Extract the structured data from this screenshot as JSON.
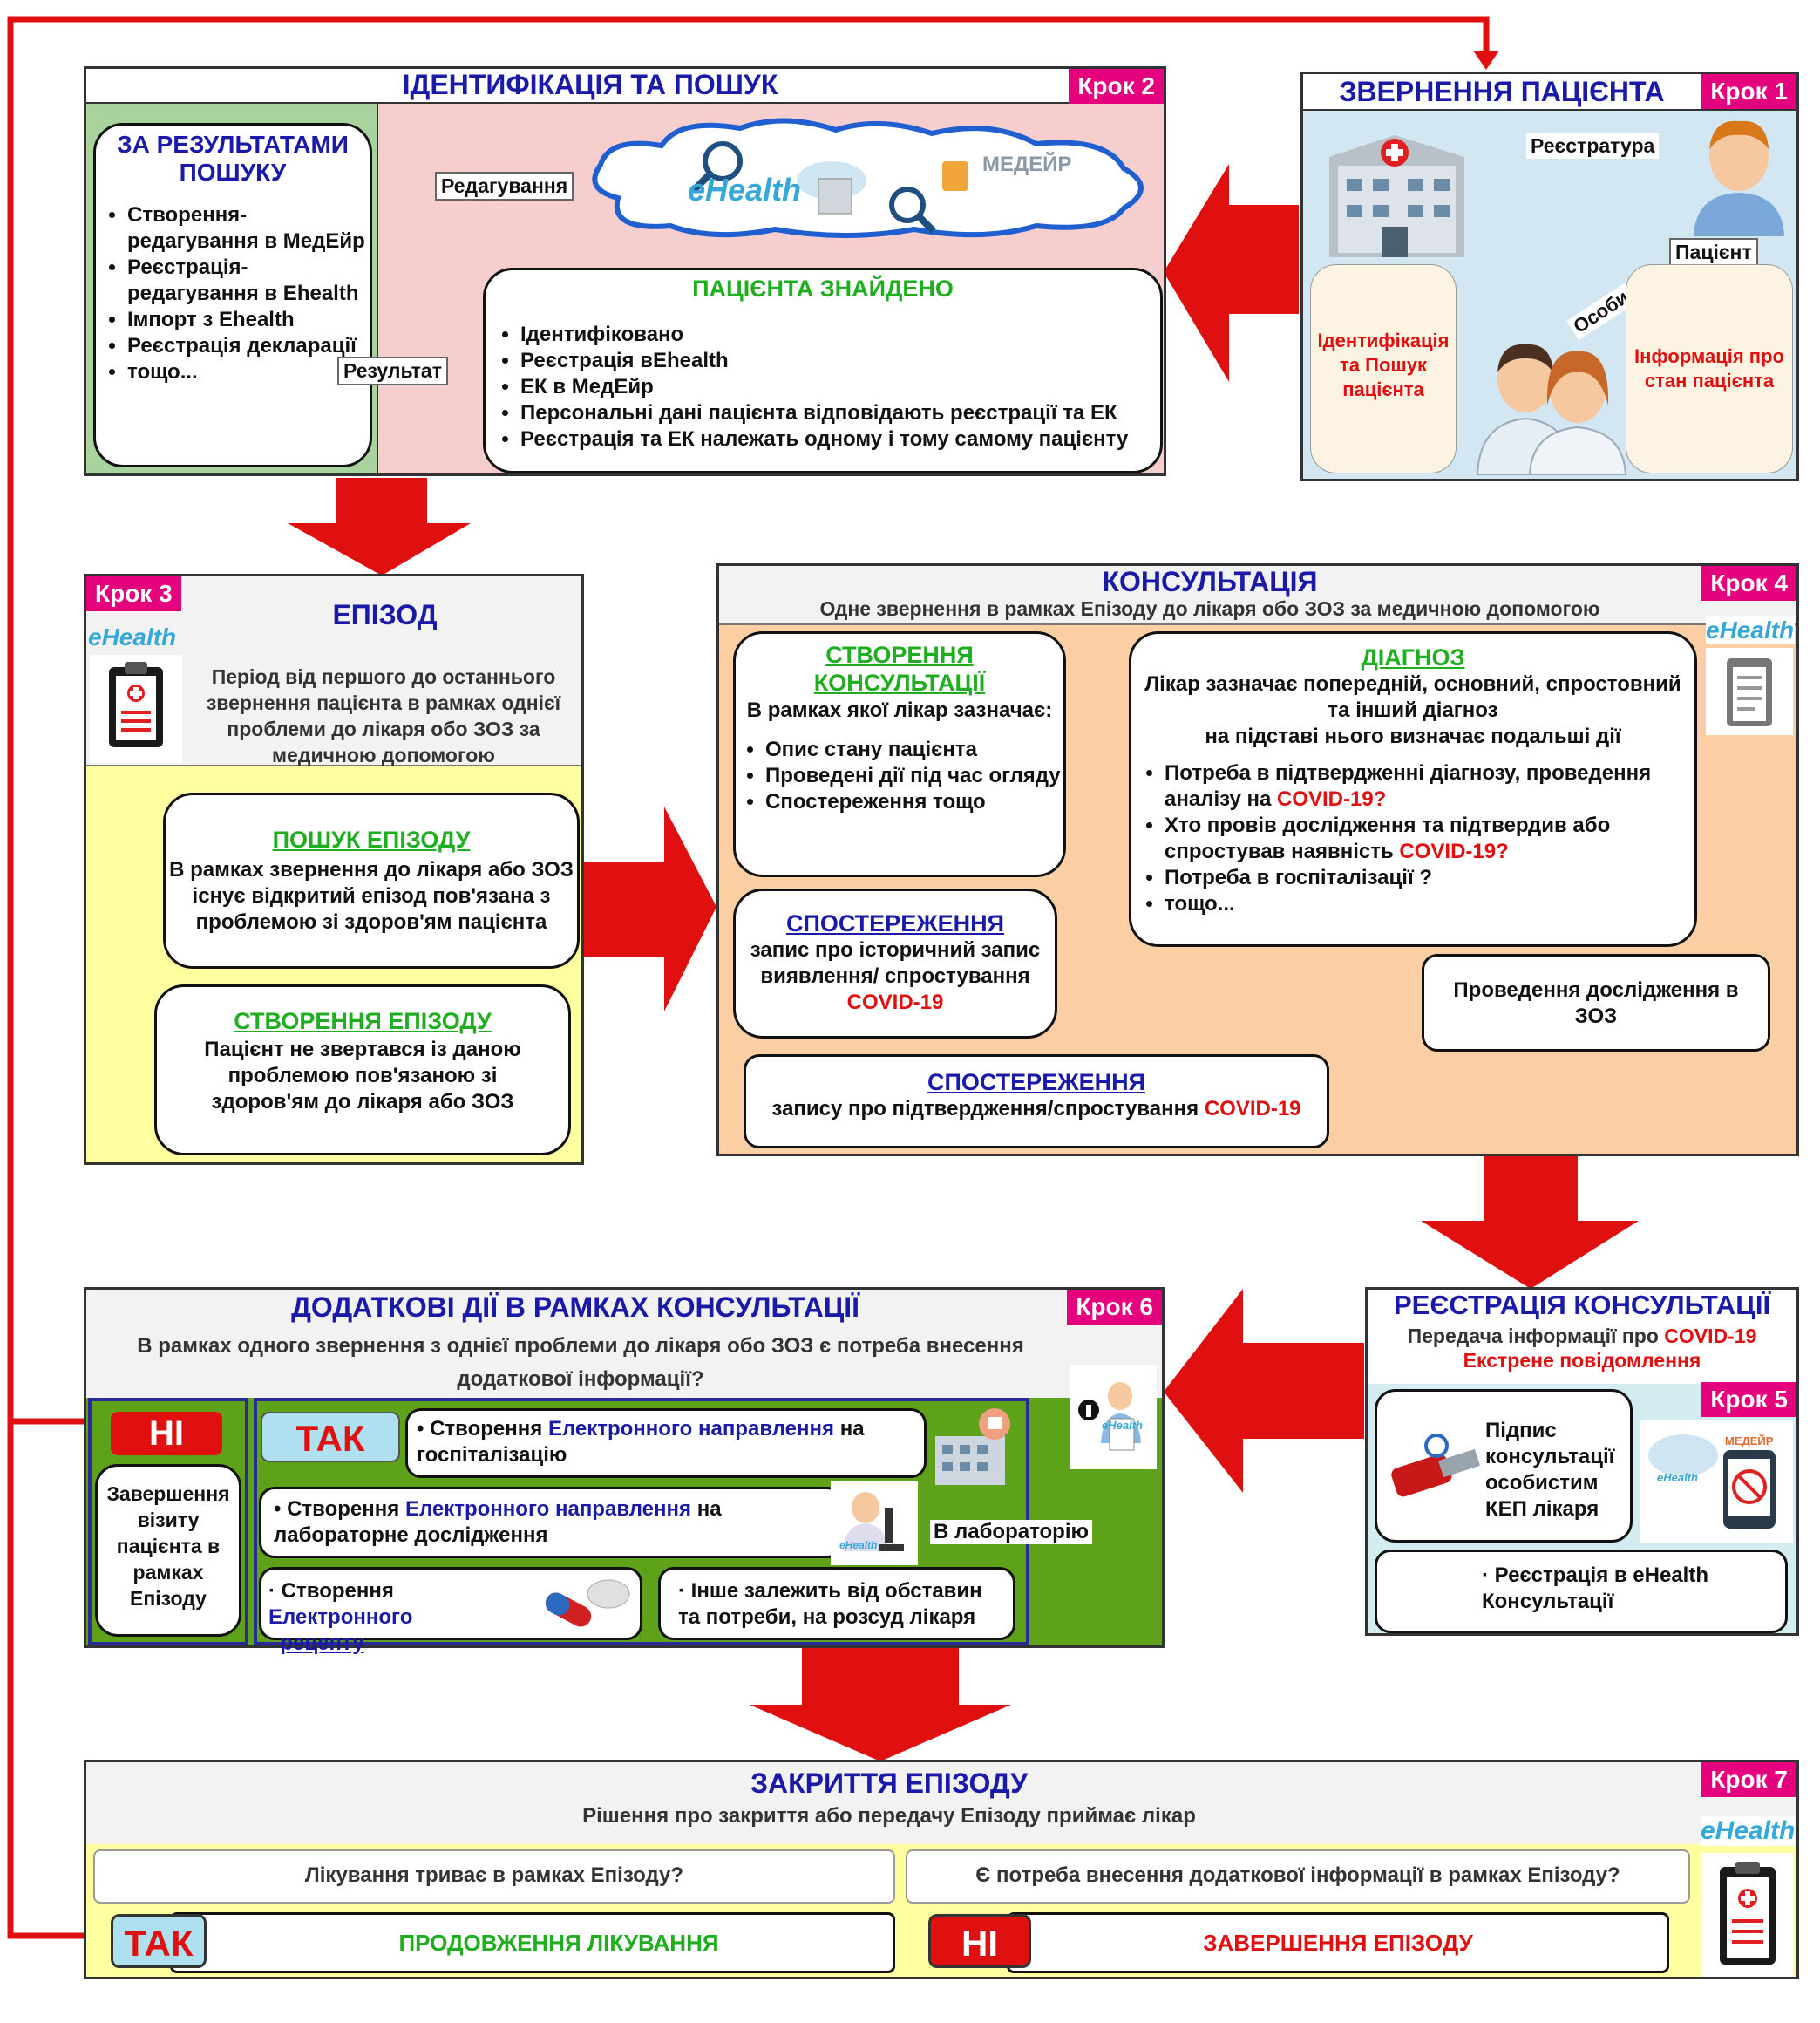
{
  "steps": {
    "s1": "Крок 1",
    "s2": "Крок 2",
    "s3": "Крок 3",
    "s4": "Крок 4",
    "s5": "Крок 5",
    "s6": "Крок 6",
    "s7": "Крок 7"
  },
  "step1": {
    "title": "ЗВЕРНЕННЯ ПАЦІЄНТА",
    "registry": "Реєстратура",
    "personally": "Особисто",
    "patient": "Пацієнт",
    "identification": "Ідентифікація та Пошук пацієнта",
    "info": "Інформація про стан пацієнта"
  },
  "step2": {
    "title": "ІДЕНТИФІКАЦІЯ ТА ПОШУК",
    "results_title": "ЗА РЕЗУЛЬТАТАМИ ПОШУКУ",
    "results_items": [
      "Створення-редагування в МедЕйр",
      "Реєстрація-редагування в Ehealth",
      "Імпорт з Ehealth",
      "Реєстрація декларації",
      "тощо..."
    ],
    "edit_label": "Редагування",
    "result_label": "Результат",
    "ehealth": "eHealth",
    "medeir": "МЕДЕЙР",
    "found_title": "ПАЦІЄНТА ЗНАЙДЕНО",
    "found_items": [
      "Ідентифіковано",
      "Реєстрація вEhealth",
      "ЕК в МедЕйр",
      "Персональні дані пацієнта відповідають реєстрації та ЕК",
      "Реєстрація та ЕК належать одному і тому самому пацієнту"
    ]
  },
  "step3": {
    "ehealth": "eHealth",
    "title": "ЕПІЗОД",
    "desc": "Період від першого до останнього звернення пацієнта в рамках однієї проблеми до лікаря обо ЗОЗ за медичною допомогою",
    "search_title": "ПОШУК ЕПІЗОДУ",
    "search_desc": "В рамках звернення до лікаря або ЗОЗ існує відкритий епізод пов'язана з проблемою зі здоров'ям пацієнта",
    "create_title": "СТВОРЕННЯ ЕПІЗОДУ",
    "create_desc": "Пацієнт не звертався із даною проблемою пов'язаною зі здоров'ям до лікаря або ЗОЗ"
  },
  "step4": {
    "title": "КОНСУЛЬТАЦІЯ",
    "subtitle": "Одне звернення в рамках Епізоду до лікаря обо ЗОЗ за медичною допомогою",
    "ehealth": "eHealth",
    "create_title": "СТВОРЕННЯ КОНСУЛЬТАЦІЇ",
    "create_intro": "В рамках якої лікар зазначає:",
    "create_items": [
      "Опис стану пацієнта",
      "Проведені дії під час огляду",
      "Спостереження тощо"
    ],
    "diag_title": "ДІАГНОЗ",
    "diag_desc1": "Лікар зазначає попередній, основний, спростовний та інший діагноз",
    "diag_desc2": "на підставі нього визначає подальші дії",
    "diag_i1": "Потреба в підтвердженні діагнозу, проведення аналізу на ",
    "diag_i2": "Хто провів дослідження та підтвердив або спростував наявність ",
    "diag_i3": "Потреба в госпіталізації ?",
    "diag_i4": "тощо...",
    "covid_q": "COVID-19?",
    "obs1_title": "СПОСТЕРЕЖЕННЯ",
    "obs1_desc": "запис про історичний запис виявлення/ спростування ",
    "covid": "COVID-19",
    "research": "Проведення дослідження в ЗОЗ",
    "obs2_title": "СПОСТЕРЕЖЕННЯ",
    "obs2_desc": "запису про підтвердження/спростування "
  },
  "step5": {
    "title": "РЕЄСТРАЦІЯ КОНСУЛЬТАЦІЇ",
    "sub1": "Передача інформації про ",
    "covid": "COVID-19",
    "sub2": "Екстрене повідомлення",
    "sign": "Підпис консультації особистим КЕП лікаря",
    "register": "Реєстрація в eHealth Консультації",
    "medeir": "МЕДЕЙР",
    "ehealth": "eHealth"
  },
  "step6": {
    "title": "ДОДАТКОВІ ДІЇ В РАМКАХ КОНСУЛЬТАЦІЇ",
    "question": "В рамках одного звернення з однієї проблеми до лікаря обо ЗОЗ є потреба внесення додаткової інформації?",
    "no": "НІ",
    "yes": "ТАК",
    "finish": "Завершення візиту пацієнта в рамках Епізоду",
    "create": "Створення ",
    "e_referral": "Електронного направлення",
    "hosp": " на госпіталізацію",
    "lab": " на лабораторне дослідження",
    "e_recipe1": "Електронного",
    "e_recipe2": "рецепту",
    "other": "Інше залежить від обставин та потреби, на розсуд лікаря",
    "to_lab": "В лабораторію",
    "ehealth": "eHealth"
  },
  "step7": {
    "title": "ЗАКРИТТЯ ЕПІЗОДУ",
    "subtitle": "Рішення про закриття або передачу Епізоду приймає лікар",
    "q1": "Лікування триває в рамках Епізоду?",
    "q2": "Є потреба внесення додаткової інформації в рамках Епізоду?",
    "yes": "ТАК",
    "no": "НІ",
    "continue": "ПРОДОВЖЕННЯ ЛІКУВАННЯ",
    "end": "ЗАВЕРШЕННЯ ЕПІЗОДУ",
    "ehealth": "eHealth"
  },
  "colors": {
    "step_badge": "#e5007e",
    "title_blue": "#1a1aa8",
    "title_green": "#1fae1f",
    "arrow_red": "#e01010",
    "panel2_pink": "#f6cece",
    "panel2_green": "#a9d39c",
    "panel3_yellow": "#ffff9f",
    "panel4_orange": "#fbcfa3",
    "panel5_cyan": "#d2ecf0",
    "panel6_green": "#5ea21a",
    "panel7_yellow": "#ffff9f"
  }
}
